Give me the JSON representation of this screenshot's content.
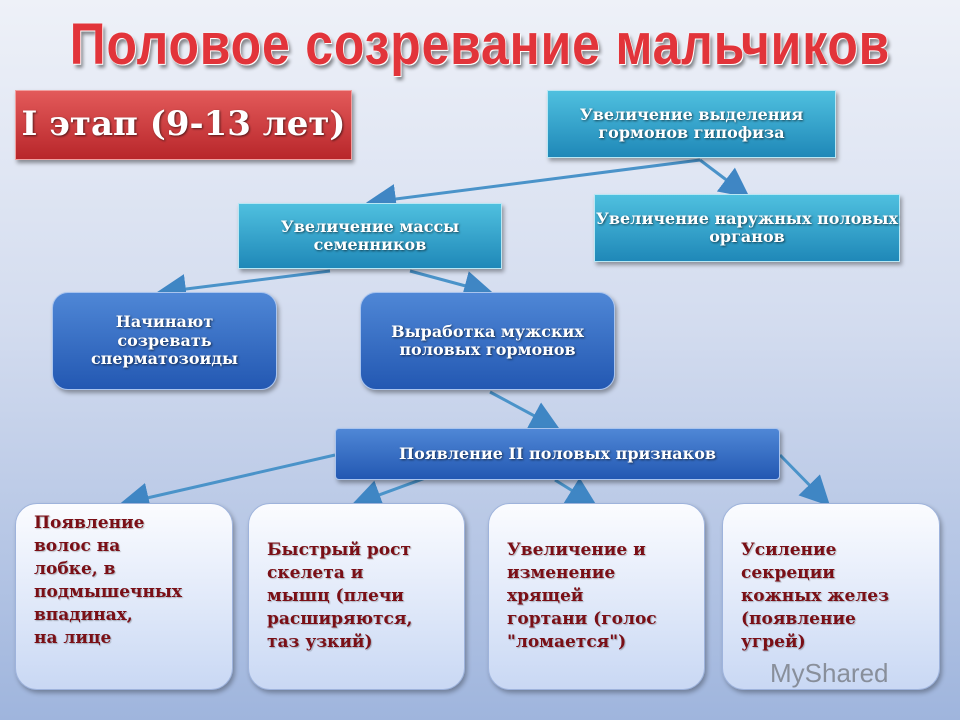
{
  "title": "Половое созревание мальчиков",
  "stage": "I этап (9-13 лет)",
  "nodes": {
    "hypophysis": "Увеличение выделения гормонов гипофиза",
    "testes_mass": "Увеличение массы семенников",
    "external_organs": "Увеличение наружных половых органов",
    "sperm": "Начинают созревать сперматозоиды",
    "hormones": "Выработка мужских половых гормонов",
    "secondary": "Появление II половых признаков"
  },
  "signs": [
    "Появление\nволос на\nлобке, в\nподмышечных\nвпадинах,\nна лице",
    "Быстрый рост\nскелета и\nмышц (плечи\nрасширяются,\nтаз узкий)",
    "Увеличение и\nизменение\nхрящей\nгортани (голос\n\"ломается\")",
    "Усиление\nсекреции\nкожных желез\n(появление\nугрей)"
  ],
  "watermark": "MyShared",
  "colors": {
    "title": "#e2343a",
    "teal": "#2ea3cc",
    "blue": "#2f66bf",
    "sign_text": "#7a0f16"
  }
}
